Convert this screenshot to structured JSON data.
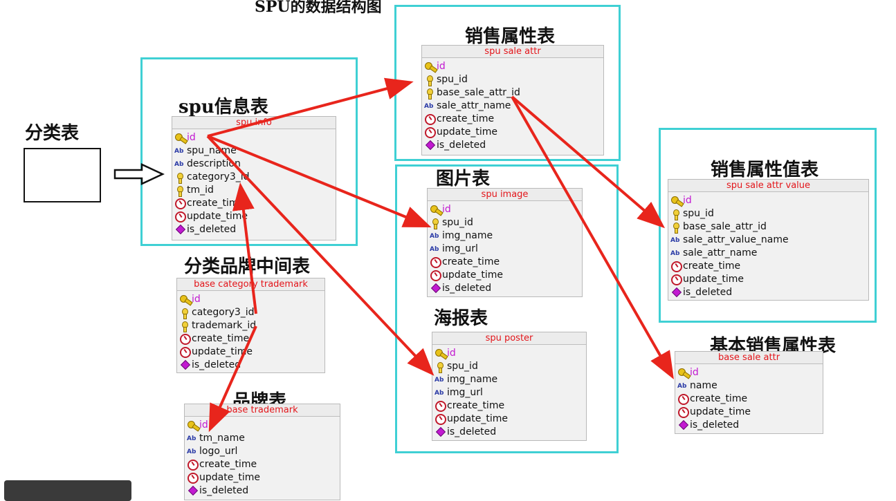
{
  "title": "SPU的数据结构图",
  "headings": {
    "sale_attr": "销售属性表",
    "spu_info": "spu信息表",
    "category": "分类表",
    "image": "图片表",
    "sale_attr_value": "销售属性值表",
    "category_trademark": "分类品牌中间表",
    "poster": "海报表",
    "base_sale_attr": "基本销售属性表",
    "trademark": "品牌表"
  },
  "tables": {
    "spu_sale_attr": {
      "name": "spu sale attr",
      "fields": [
        {
          "icon": "key-icon",
          "name": "id"
        },
        {
          "icon": "foreign-key-icon",
          "name": "spu_id"
        },
        {
          "icon": "foreign-key-icon",
          "name": "base_sale_attr_id"
        },
        {
          "icon": "text-type-icon",
          "name": "sale_attr_name"
        },
        {
          "icon": "datetime-icon",
          "name": "create_time"
        },
        {
          "icon": "datetime-icon",
          "name": "update_time"
        },
        {
          "icon": "flag-icon",
          "name": "is_deleted"
        }
      ]
    },
    "spu_info": {
      "name": "spu info",
      "fields": [
        {
          "icon": "key-icon",
          "name": "id"
        },
        {
          "icon": "text-type-icon",
          "name": "spu_name"
        },
        {
          "icon": "text-type-icon",
          "name": "description"
        },
        {
          "icon": "foreign-key-icon",
          "name": "category3_id"
        },
        {
          "icon": "foreign-key-icon",
          "name": "tm_id"
        },
        {
          "icon": "datetime-icon",
          "name": "create_time"
        },
        {
          "icon": "datetime-icon",
          "name": "update_time"
        },
        {
          "icon": "flag-icon",
          "name": "is_deleted"
        }
      ]
    },
    "spu_image": {
      "name": "spu image",
      "fields": [
        {
          "icon": "key-icon",
          "name": "id"
        },
        {
          "icon": "foreign-key-icon",
          "name": "spu_id"
        },
        {
          "icon": "text-type-icon",
          "name": "img_name"
        },
        {
          "icon": "text-type-icon",
          "name": "img_url"
        },
        {
          "icon": "datetime-icon",
          "name": "create_time"
        },
        {
          "icon": "datetime-icon",
          "name": "update_time"
        },
        {
          "icon": "flag-icon",
          "name": "is_deleted"
        }
      ]
    },
    "spu_sale_attr_value": {
      "name": "spu sale attr value",
      "fields": [
        {
          "icon": "key-icon",
          "name": "id"
        },
        {
          "icon": "foreign-key-icon",
          "name": "spu_id"
        },
        {
          "icon": "foreign-key-icon",
          "name": "base_sale_attr_id"
        },
        {
          "icon": "text-type-icon",
          "name": "sale_attr_value_name"
        },
        {
          "icon": "text-type-icon",
          "name": "sale_attr_name"
        },
        {
          "icon": "datetime-icon",
          "name": "create_time"
        },
        {
          "icon": "datetime-icon",
          "name": "update_time"
        },
        {
          "icon": "flag-icon",
          "name": "is_deleted"
        }
      ]
    },
    "base_category_trademark": {
      "name": "base category trademark",
      "fields": [
        {
          "icon": "key-icon",
          "name": "id"
        },
        {
          "icon": "foreign-key-icon",
          "name": "category3_id"
        },
        {
          "icon": "foreign-key-icon",
          "name": "trademark_id"
        },
        {
          "icon": "datetime-icon",
          "name": "create_time"
        },
        {
          "icon": "datetime-icon",
          "name": "update_time"
        },
        {
          "icon": "flag-icon",
          "name": "is_deleted"
        }
      ]
    },
    "spu_poster": {
      "name": "spu poster",
      "fields": [
        {
          "icon": "key-icon",
          "name": "id"
        },
        {
          "icon": "foreign-key-icon",
          "name": "spu_id"
        },
        {
          "icon": "text-type-icon",
          "name": "img_name"
        },
        {
          "icon": "text-type-icon",
          "name": "img_url"
        },
        {
          "icon": "datetime-icon",
          "name": "create_time"
        },
        {
          "icon": "datetime-icon",
          "name": "update_time"
        },
        {
          "icon": "flag-icon",
          "name": "is_deleted"
        }
      ]
    },
    "base_sale_attr": {
      "name": "base sale attr",
      "fields": [
        {
          "icon": "key-icon",
          "name": "id"
        },
        {
          "icon": "text-type-icon",
          "name": "name"
        },
        {
          "icon": "datetime-icon",
          "name": "create_time"
        },
        {
          "icon": "datetime-icon",
          "name": "update_time"
        },
        {
          "icon": "flag-icon",
          "name": "is_deleted"
        }
      ]
    },
    "base_trademark": {
      "name": "base trademark",
      "fields": [
        {
          "icon": "key-icon",
          "name": "id"
        },
        {
          "icon": "text-type-icon",
          "name": "tm_name"
        },
        {
          "icon": "text-type-icon",
          "name": "logo_url"
        },
        {
          "icon": "datetime-icon",
          "name": "create_time"
        },
        {
          "icon": "datetime-icon",
          "name": "update_time"
        },
        {
          "icon": "flag-icon",
          "name": "is_deleted"
        }
      ]
    }
  },
  "colors": {
    "highlight_box": "#3fd0d4",
    "arrow": "#e8251c",
    "table_name": "#e3151a",
    "primary_key": "#c21ad1"
  }
}
